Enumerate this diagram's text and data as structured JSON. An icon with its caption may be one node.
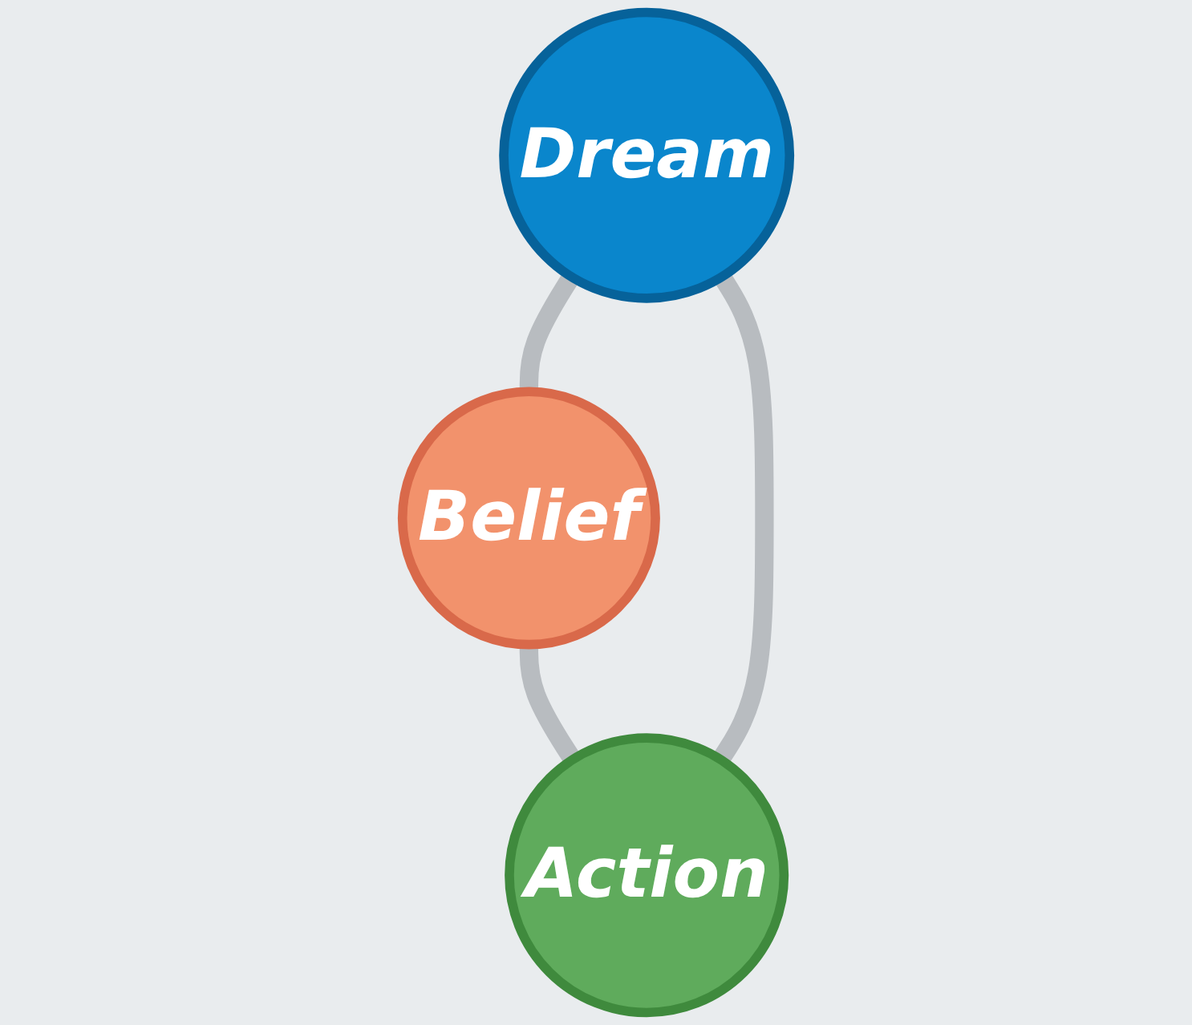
{
  "diagram": {
    "nodes": [
      {
        "text": [
          "Dream"
        ]
      },
      {
        "text": [
          "Belief"
        ]
      },
      {
        "text": [
          "Action"
        ]
      }
    ],
    "edges": [
      {
        "from": 0,
        "to": 1,
        "arrow": "none"
      },
      {
        "from": 1,
        "to": 2,
        "arrow": "none"
      },
      {
        "from": 2,
        "to": 0,
        "arrow": "none"
      }
    ]
  }
}
